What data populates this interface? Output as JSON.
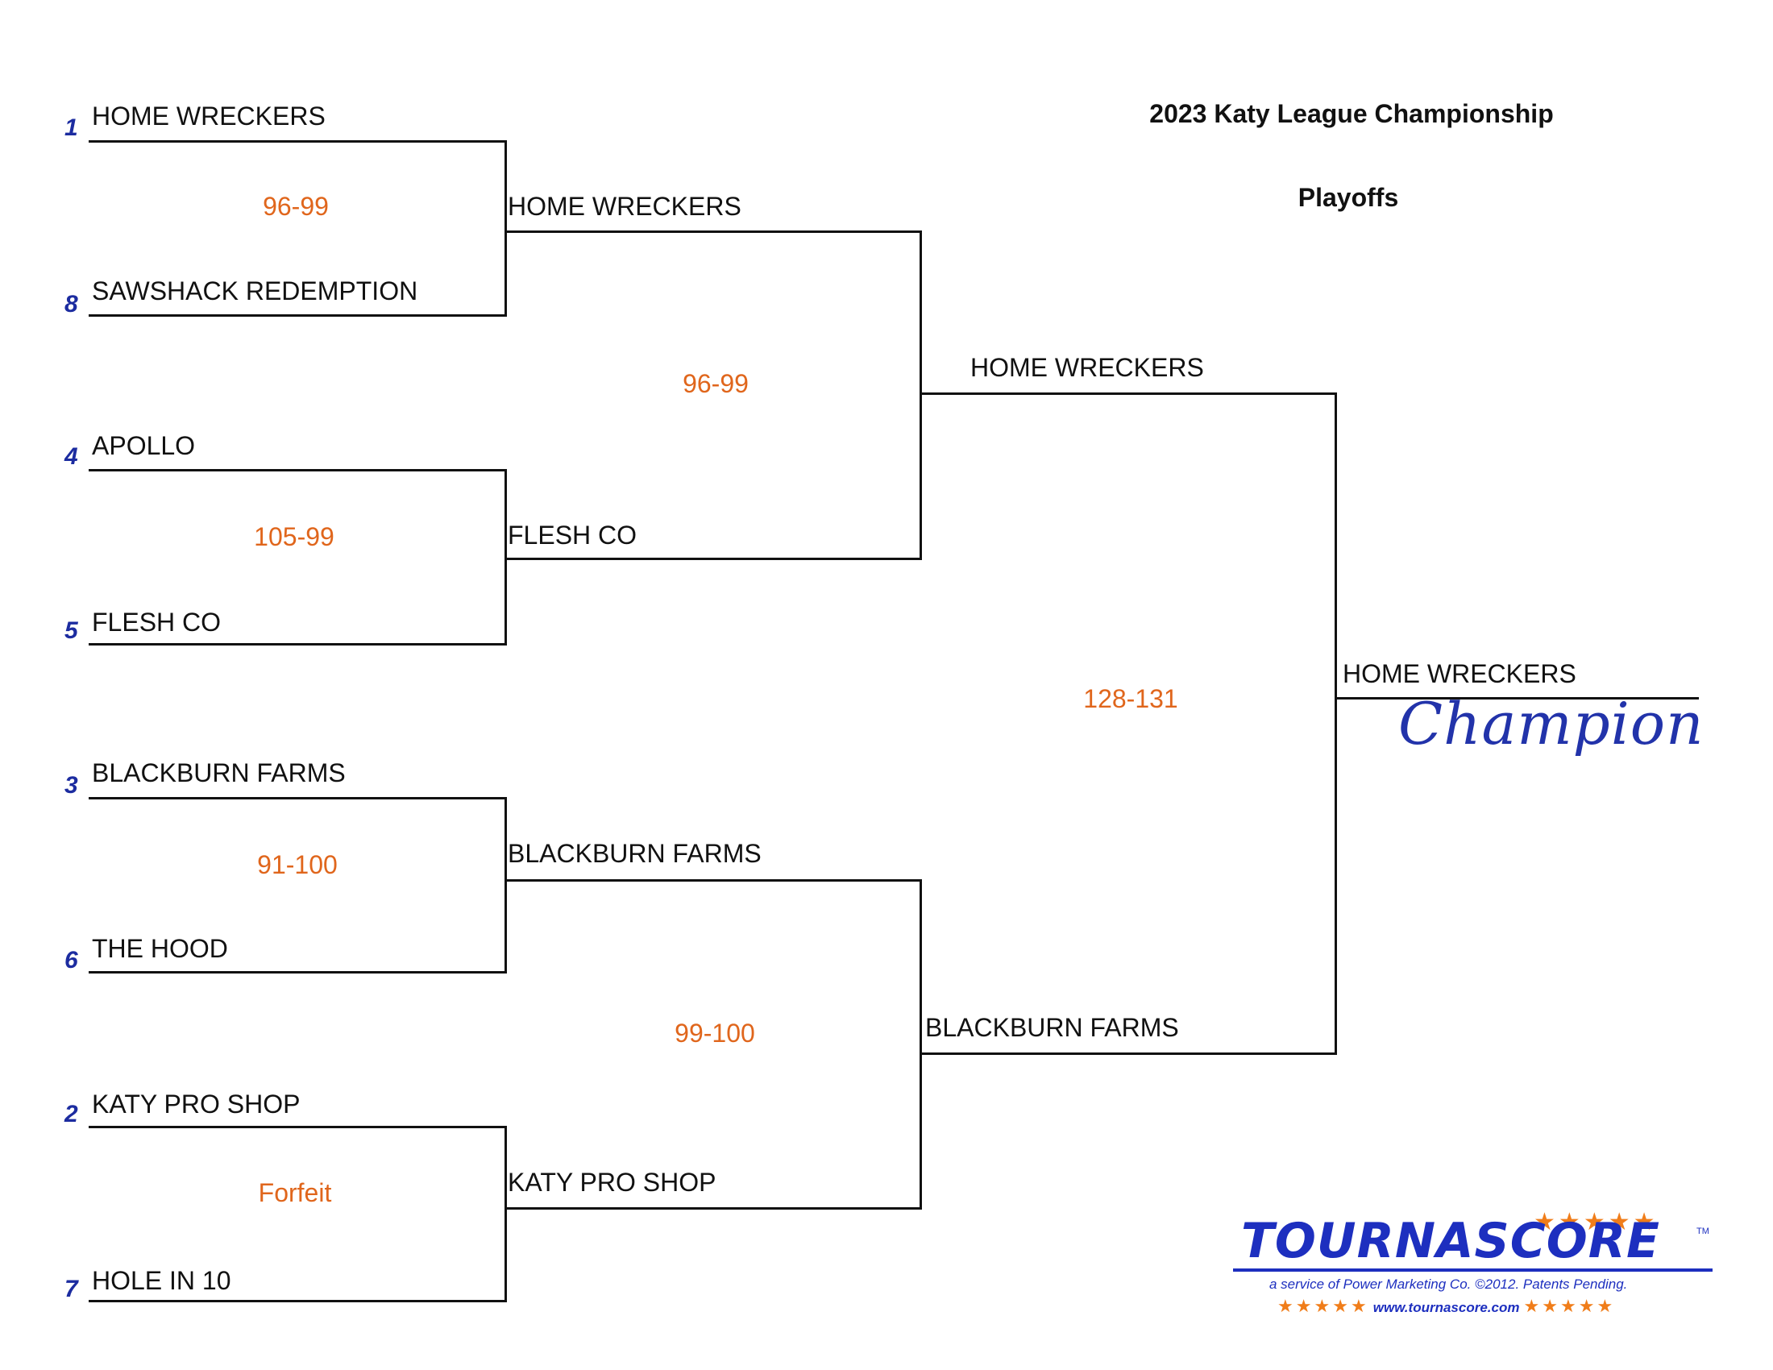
{
  "header": {
    "title": "2023 Katy League Championship",
    "subtitle": "Playoffs"
  },
  "round1": [
    {
      "seed": "1",
      "team": "HOME WRECKERS"
    },
    {
      "seed": "8",
      "team": "SAWSHACK REDEMPTION"
    },
    {
      "seed": "4",
      "team": "APOLLO"
    },
    {
      "seed": "5",
      "team": "FLESH CO"
    },
    {
      "seed": "3",
      "team": "BLACKBURN FARMS"
    },
    {
      "seed": "6",
      "team": "THE HOOD"
    },
    {
      "seed": "2",
      "team": "KATY PRO SHOP"
    },
    {
      "seed": "7",
      "team": "HOLE IN 10"
    }
  ],
  "round1_scores": [
    "96-99",
    "105-99",
    "91-100",
    "Forfeit"
  ],
  "round2": [
    "HOME WRECKERS",
    "FLESH CO",
    "BLACKBURN FARMS",
    "KATY PRO SHOP"
  ],
  "round2_scores": [
    "96-99",
    "99-100"
  ],
  "round3": [
    "HOME WRECKERS",
    "BLACKBURN FARMS"
  ],
  "round3_scores": [
    "128-131"
  ],
  "final": {
    "team": "HOME WRECKERS",
    "label": "Champion"
  },
  "branding": {
    "logo_text": "TOURNASCORE",
    "trademark": "TM",
    "tagline": "a service of Power Marketing Co. ©2012. Patents Pending.",
    "url": "www.tournascore.com",
    "star_glyph": "★",
    "colors": {
      "blue": "#1d2fbf",
      "orange": "#f07d1a"
    }
  },
  "colors": {
    "seed": "#1c2ca0",
    "score": "#e0661c",
    "line": "#111111"
  }
}
